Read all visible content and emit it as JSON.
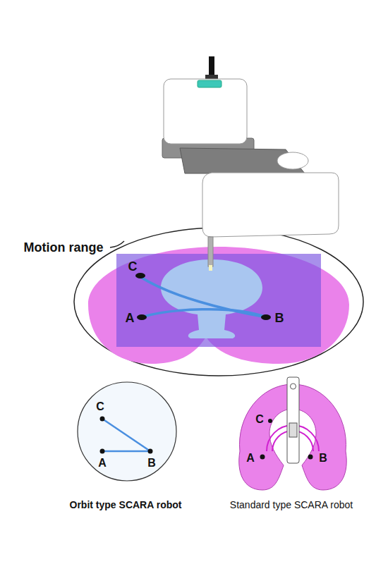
{
  "diagram": {
    "labels": [
      "Motion range",
      "C",
      "A",
      "B",
      "C",
      "A",
      "B",
      "Orbit type SCARA robot",
      "C",
      "A",
      "B",
      "Standard type SCARA robot"
    ]
  }
}
